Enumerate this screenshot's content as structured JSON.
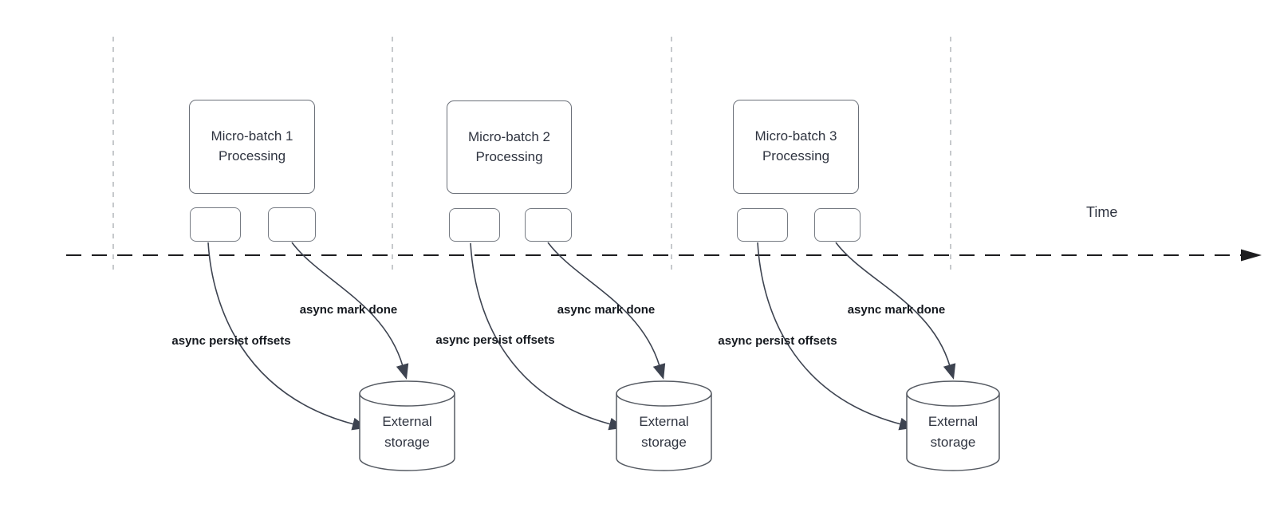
{
  "timeline": {
    "label": "Time"
  },
  "batches": [
    {
      "title": "Micro-batch 1\nProcessing",
      "persist_label": "async persist offsets",
      "mark_done_label": "async mark done",
      "storage_label": "External\nstorage"
    },
    {
      "title": "Micro-batch 2\nProcessing",
      "persist_label": "async persist offsets",
      "mark_done_label": "async mark done",
      "storage_label": "External\nstorage"
    },
    {
      "title": "Micro-batch 3\nProcessing",
      "persist_label": "async persist offsets",
      "mark_done_label": "async mark done",
      "storage_label": "External\nstorage"
    }
  ],
  "colors": {
    "background": "#ffffff",
    "timeline_stroke": "#1d1d1f",
    "guide_stroke": "#b4b7bc",
    "shape_stroke": "#6b7079",
    "cylinder_stroke": "#565b63",
    "arrow_stroke": "#3d4350",
    "text": "#2f3440",
    "label_text": "#15191f"
  }
}
